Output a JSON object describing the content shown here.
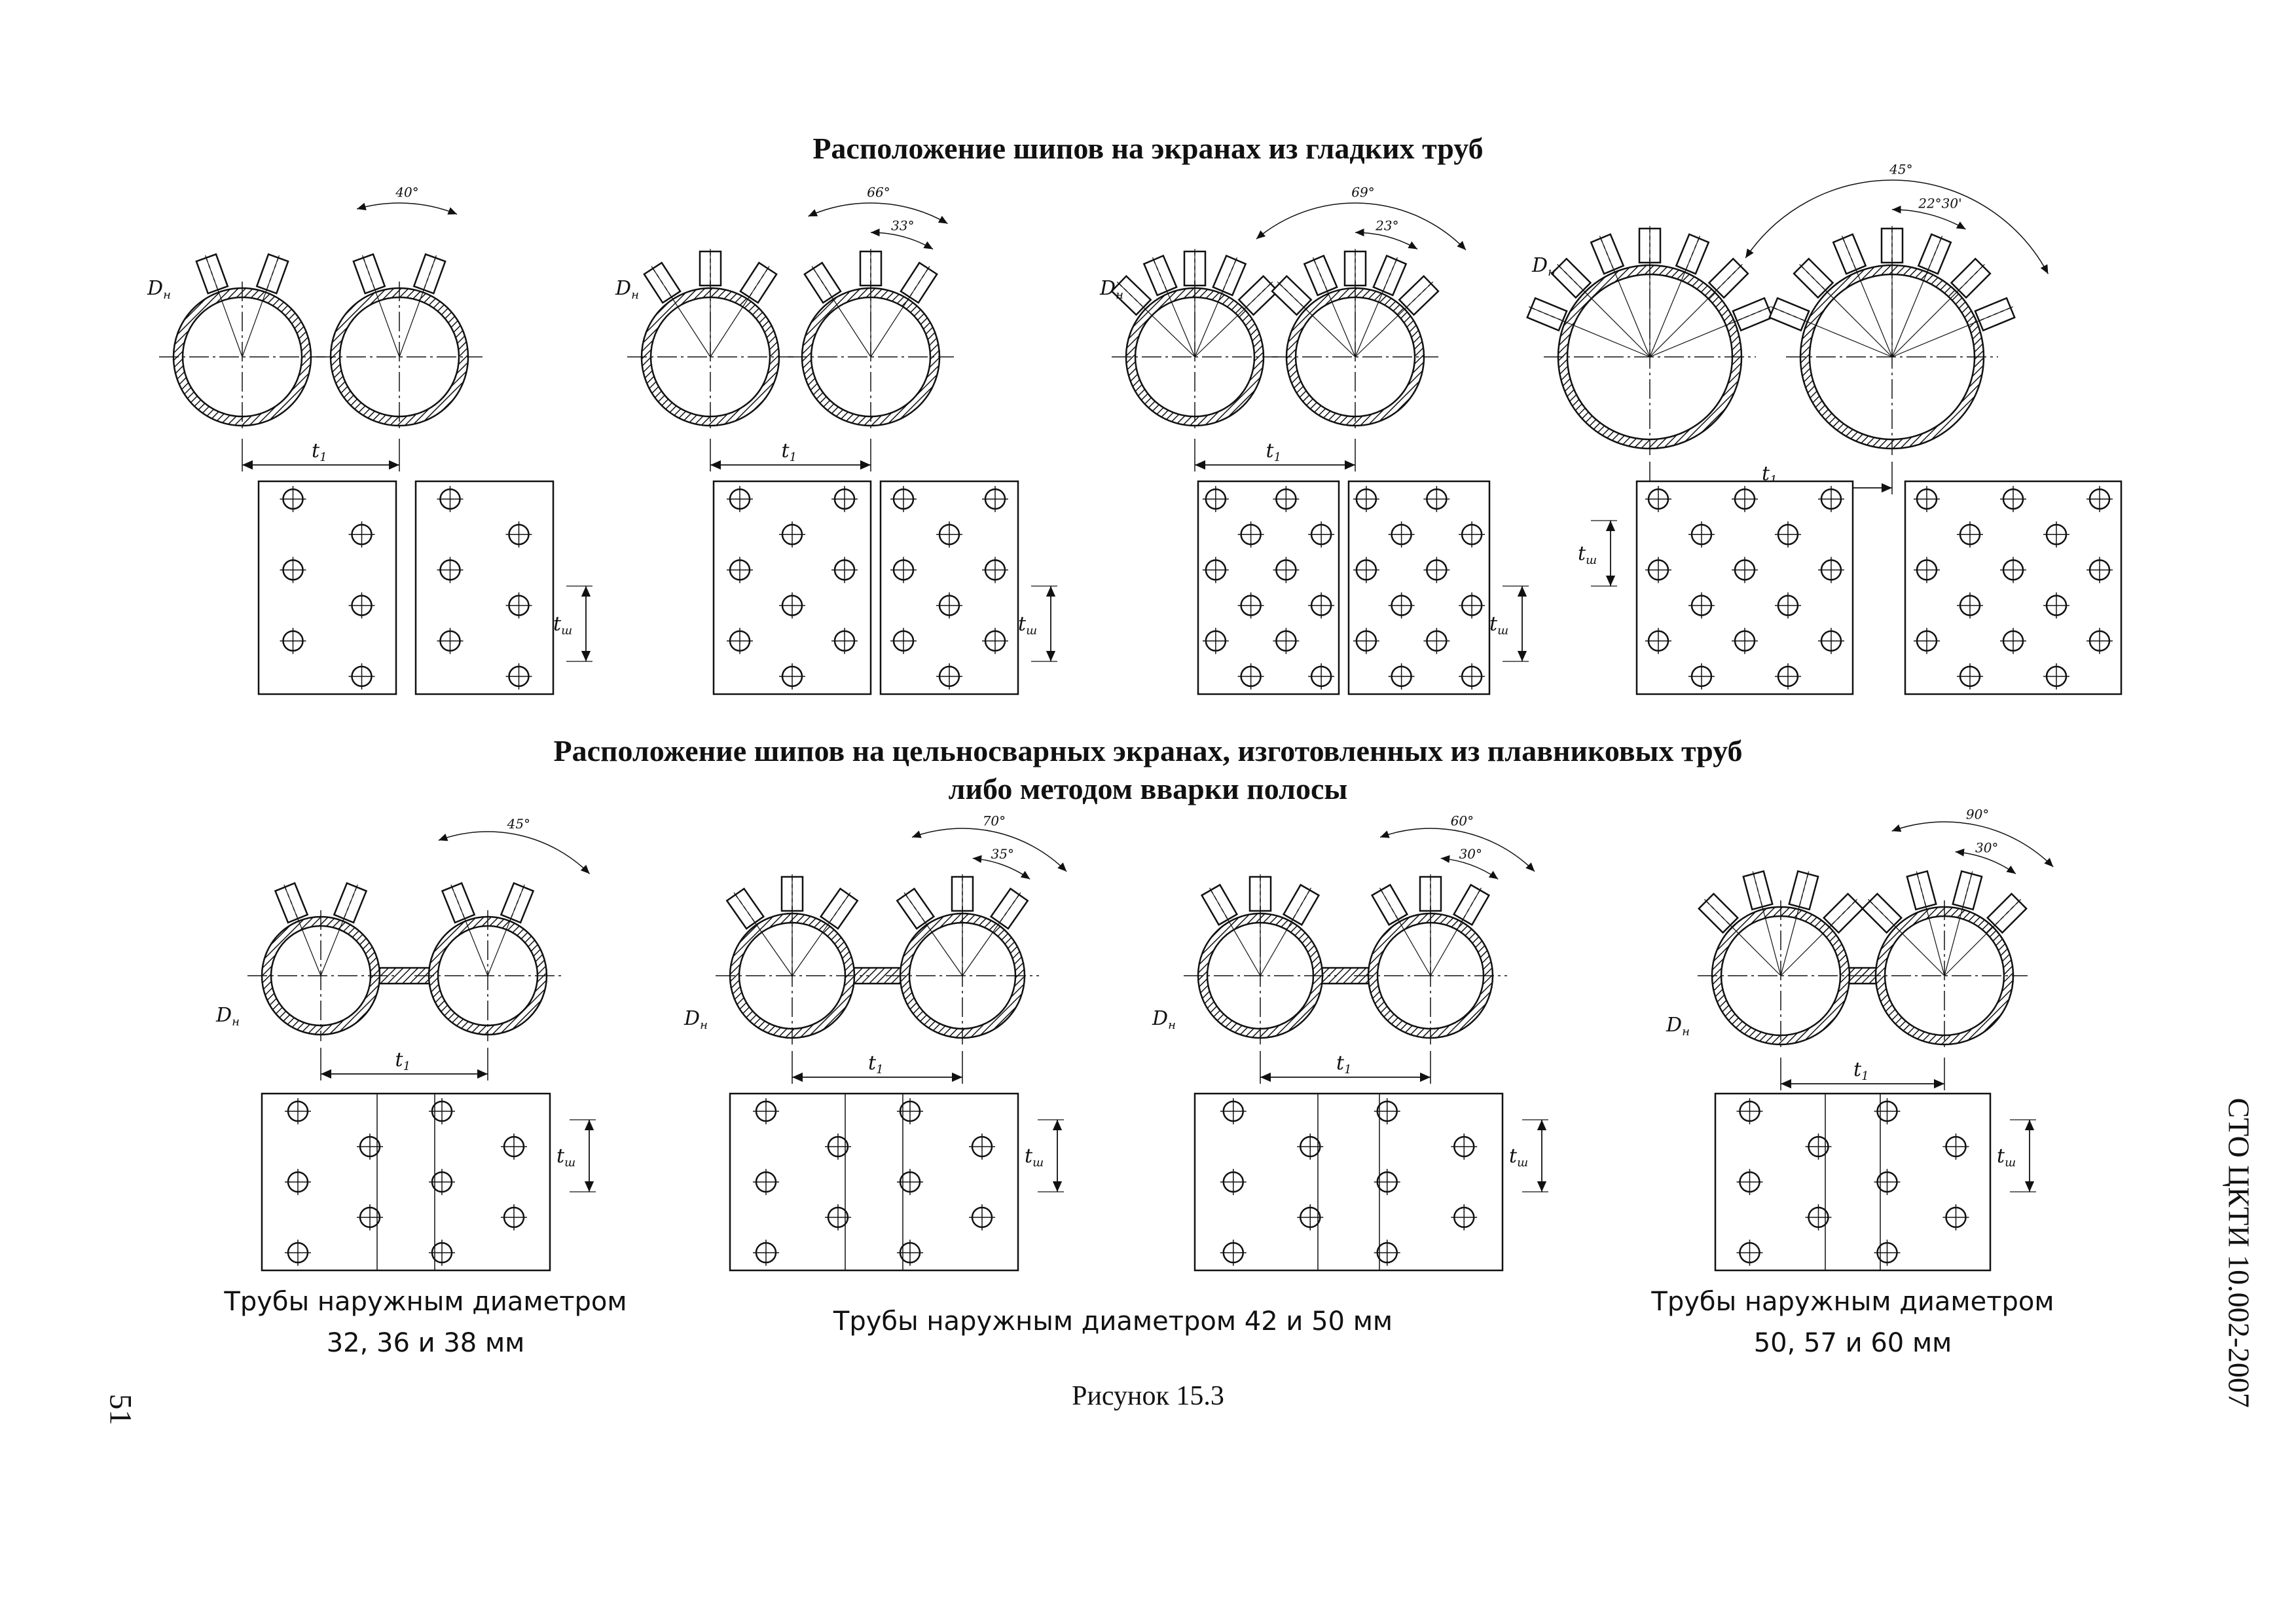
{
  "headings": {
    "smooth_tubes": "Расположение шипов на экранах из гладких труб",
    "welded_line1": "Расположение шипов на цельносварных экранах, изготовленных из плавниковых труб",
    "welded_line2": "либо методом вварки полосы"
  },
  "captions": {
    "group1_line1": "Трубы наружным диаметром",
    "group1_line2": "32, 36 и 38 мм",
    "group2": "Трубы наружным диаметром  42 и 50 мм",
    "group3_line1": "Трубы наружным диаметром",
    "group3_line2": "50, 57 и  60 мм"
  },
  "figure_caption": "Рисунок 15.3",
  "page_number": "51",
  "doc_code": "СТО ЦКТИ 10.002-2007",
  "labels": {
    "diameter": "D",
    "diameter_sub": "н",
    "pitch": "t",
    "pitch_sub": "1",
    "stud_pitch": "t",
    "stud_pitch_sub": "ш"
  },
  "angles": {
    "top": [
      [
        "40°"
      ],
      [
        "66°",
        "33°"
      ],
      [
        "69°",
        "23°"
      ],
      [
        "45°",
        "22°30'"
      ]
    ],
    "bottom": [
      [
        "45°"
      ],
      [
        "70°",
        "35°"
      ],
      [
        "60°",
        "30°"
      ],
      [
        "90°",
        "30°"
      ]
    ]
  }
}
